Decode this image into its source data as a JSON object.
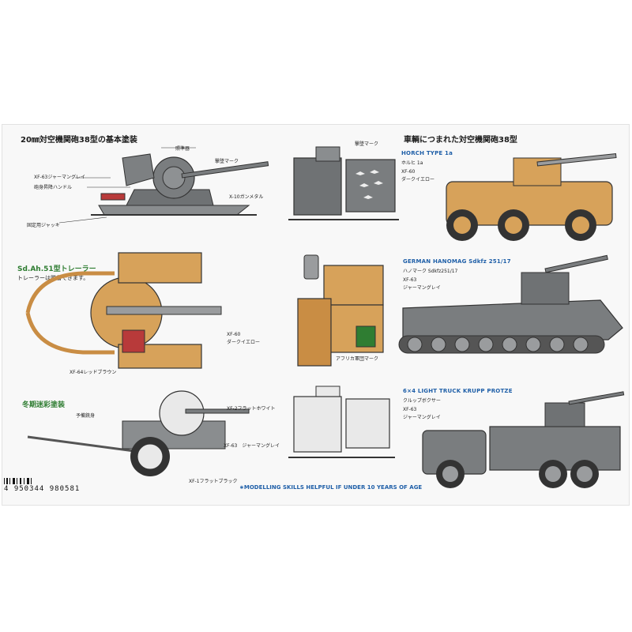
{
  "sections": {
    "basic_title": "20㎜対空機関砲38型の基本塗装",
    "vehicle_title": "車輌につまれた対空機関砲38型",
    "trailer_title": "Sd.Ah.51型トレーラー",
    "trailer_note": "トレーラーは脱着できます。",
    "winter_title": "冬期迷彩塗装"
  },
  "callouts": {
    "scope": "照準器",
    "kill_marks_top": "撃墜マーク",
    "xf63_gray": "XF-63ジャーマングレイ",
    "elevation_handle": "砲身昇降ハンドル",
    "x10_metal": "X-10ガンメタル",
    "jack": "固定用ジャッキ",
    "xf60_code": "XF-60",
    "dark_yellow": "ダークイエロー",
    "xf64_red_brown": "XF-64レッドブラウン",
    "africa_corps": "アフリカ軍団マーク",
    "xf2_white": "XF-2フラットホワイト",
    "spare_barrel": "予備銃身",
    "xf63_gray_spaced": "XF-63　ジャーマングレイ",
    "xf1_black": "XF-1フラットブラック"
  },
  "vehicles": [
    {
      "title": "HORCH TYPE 1a",
      "subtitle": "ホルヒ 1a",
      "code": "XF-60",
      "color": "ダークイエロー"
    },
    {
      "title": "GERMAN HANOMAG Sdkfz 251/17",
      "subtitle": "ハノマーク Sdkfz251/17",
      "code": "XF-63",
      "color": "ジャーマングレイ"
    },
    {
      "title": "6×4 LIGHT TRUCK KRUPP PROTZE",
      "subtitle": "クルップボクサー",
      "code": "XF-63",
      "color": "ジャーマングレイ"
    }
  ],
  "footer": {
    "warning": "∗MODELLING SKILLS HELPFUL IF UNDER 10 YEARS OF AGE",
    "barcode": "4 950344 980581"
  },
  "colors": {
    "german_gray": "#7a7d7f",
    "dark_yellow": "#d7a25a",
    "red_brown": "#b83a3a",
    "white": "#e9e9e9",
    "accent_blue": "#1f5fa8",
    "accent_green": "#2f7d32"
  }
}
